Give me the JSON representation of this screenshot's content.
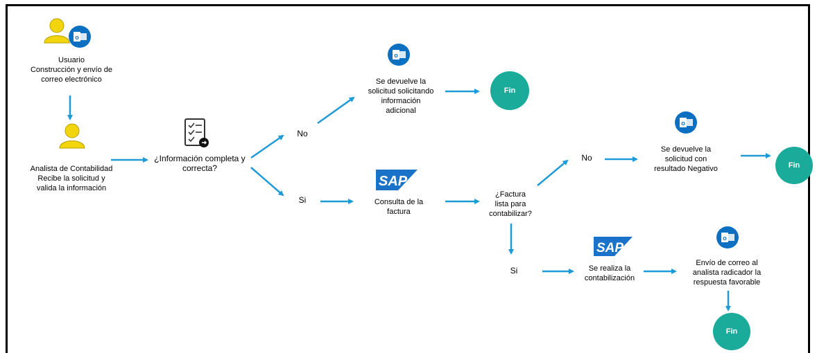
{
  "colors": {
    "arrow": "#1e9ad6",
    "fin": "#1aab9b",
    "outlook": "#0b6fc2",
    "sap": "#1a73c9",
    "user": "#f2d50c"
  },
  "nodes": {
    "usuario": "Usuario\nConstrucción y envío de\ncorreo electrónico",
    "analista": "Analista de Contabilidad\nRecibe la solicitud y\nvalida la información",
    "decision_info": "¿Información completa y\ncorrecta?",
    "no_1": "No",
    "si_1": "Si",
    "devuelve_info": "Se devuelve la\nsolicitud solicitando\ninformación\nadicional",
    "consulta": "Consulta de la\nfactura",
    "decision_factura": "¿Factura\nlista para\ncontabilizar?",
    "no_2": "No",
    "si_2": "Si",
    "devuelve_negativo": "Se devuelve la\nsolicitud con\nresultado Negativo",
    "contabilizacion": "Se realiza la\ncontabilización",
    "envio_correo": "Envío de correo al\nanalista radicador la\nrespuesta favorable",
    "fin_1": "Fin",
    "fin_2": "Fin",
    "fin_3": "Fin",
    "sap_logo_1": "SAP",
    "sap_logo_2": "SAP"
  },
  "icons": [
    "user-icon",
    "outlook-icon",
    "checklist-icon",
    "sap-logo"
  ]
}
